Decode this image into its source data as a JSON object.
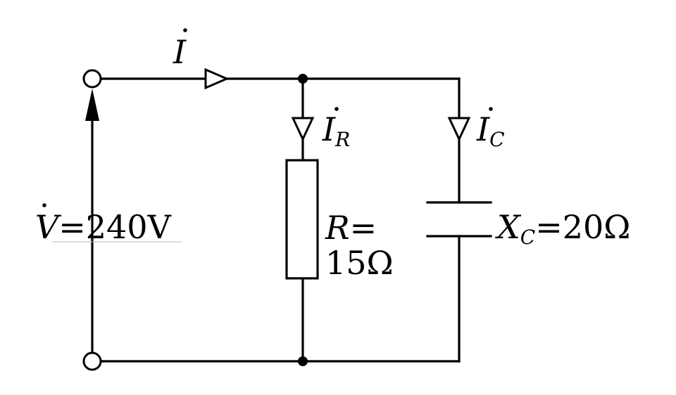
{
  "source": {
    "symbol": "V",
    "value": "=240V"
  },
  "total_current": {
    "symbol": "I"
  },
  "resistor_current": {
    "symbol": "I",
    "subscript": "R"
  },
  "capacitor_current": {
    "symbol": "I",
    "subscript": "C"
  },
  "resistor": {
    "symbol": "R",
    "eq": "=",
    "value": "15Ω"
  },
  "capacitor": {
    "symbol": "X",
    "subscript": "C",
    "value": "=20Ω"
  }
}
